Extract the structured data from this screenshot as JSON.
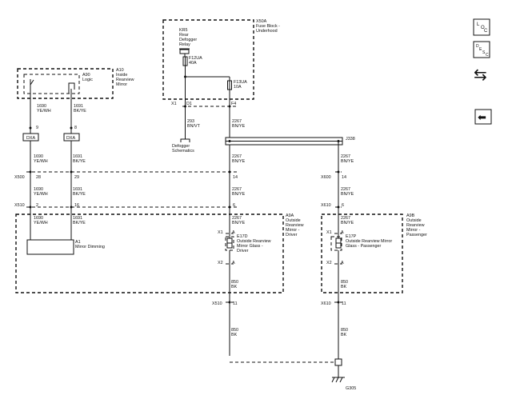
{
  "components": {
    "a10": {
      "ref": "A10",
      "lines": [
        "Inside",
        "Rearview",
        "Mirror"
      ],
      "logic": "A90",
      "logic_label": "Logic"
    },
    "x50a": {
      "ref": "X50A",
      "lines": [
        "Fuse Block -",
        "Underhood"
      ]
    },
    "kr5": {
      "ref": "KR5",
      "lines": [
        "Rear",
        "Defogger",
        "Relay"
      ]
    },
    "f12ua": {
      "ref": "F12UA",
      "amp": "40A"
    },
    "f13ua": {
      "ref": "F13UA",
      "amp": "10A"
    },
    "a9a": {
      "ref": "A9A",
      "lines": [
        "Outside",
        "Rearview",
        "Mirror -",
        "Driver"
      ]
    },
    "a9b": {
      "ref": "A9B",
      "lines": [
        "Outside",
        "Rearview",
        "Mirror -",
        "Passenger"
      ]
    },
    "a1": {
      "ref": "A1",
      "label": "Mirror Dimming"
    },
    "e17d": {
      "ref": "E17D",
      "lines": [
        "Outside Rearview",
        "Mirror Glass -",
        "Driver"
      ]
    },
    "e17p": {
      "ref": "E17P",
      "lines": [
        "Outside Rearview Mirror",
        "Glass - Passenger"
      ]
    },
    "j338": {
      "ref": "J338"
    },
    "g305": {
      "ref": "G305"
    },
    "defogger": {
      "lines": [
        "Defogger",
        "Schematics"
      ]
    },
    "dxa_left": "DXA",
    "dxa_right": "DXA"
  },
  "connectors": {
    "x1": "X1",
    "d1": "D1",
    "f4": "F4",
    "x500": "X500",
    "x510": "X510",
    "x600": "X600",
    "x610": "X610",
    "x1_a9a": "X1",
    "a_a9a": "A",
    "x2_a9a": "X2",
    "a2_a9a": "A",
    "x1_a9b": "X1",
    "a_a9b": "A",
    "x2_a9b": "X2",
    "a2_a9b": "A"
  },
  "pins": {
    "p9": "9",
    "p8": "8",
    "p28": "28",
    "p29": "29",
    "p14a": "14",
    "p2": "2",
    "p16": "16",
    "p6a": "6",
    "p14b": "14",
    "p6b": "6",
    "p11a": "11",
    "p11b": "11"
  },
  "wires": {
    "w1690": {
      "num": "1690",
      "color": "YE/WH"
    },
    "w1691": {
      "num": "1691",
      "color": "BK/YE"
    },
    "w293": {
      "num": "293",
      "color": "BN/VT"
    },
    "w2267": {
      "num": "2267",
      "color": "BN/YE"
    },
    "w850": {
      "num": "850",
      "color": "BK"
    }
  },
  "nav": {
    "loc_letters": [
      "L",
      "O",
      "C"
    ],
    "desc_letters": [
      "D",
      "E",
      "S",
      "C"
    ],
    "back_glyph": "⇆",
    "prev_glyph": "⬅"
  }
}
